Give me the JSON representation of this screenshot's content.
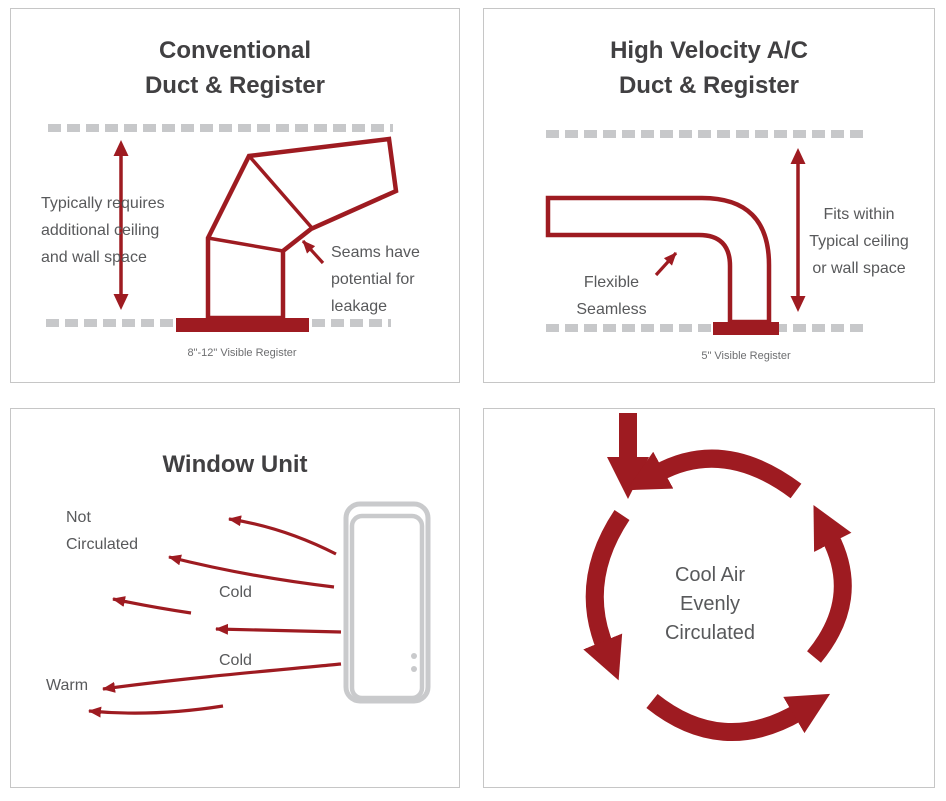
{
  "colors": {
    "brand_red": "#9E1B21",
    "text_gray": "#58595B",
    "heading_gray": "#414042",
    "line_gray": "#C7C8CA"
  },
  "panels": {
    "conventional": {
      "title": [
        "Conventional",
        "Duct & Register"
      ],
      "space_note": [
        "Typically requires",
        "additional ceiling",
        "and wall space"
      ],
      "seam_note": [
        "Seams have",
        "potential for",
        "leakage"
      ],
      "caption": "8\"-12\" Visible Register"
    },
    "high_velocity": {
      "title": [
        "High Velocity A/C",
        "Duct & Register"
      ],
      "fit_note": [
        "Fits within",
        "Typical ceiling",
        "or wall space"
      ],
      "flexible_note": [
        "Flexible",
        "Seamless"
      ],
      "caption": "5\" Visible Register"
    },
    "window_unit": {
      "title": "Window Unit",
      "not_circulated": [
        "Not",
        "Circulated"
      ],
      "cold_upper": "Cold",
      "cold_lower": "Cold",
      "warm": "Warm"
    },
    "circulation": {
      "note": [
        "Cool Air",
        "Evenly",
        "Circulated"
      ]
    }
  }
}
